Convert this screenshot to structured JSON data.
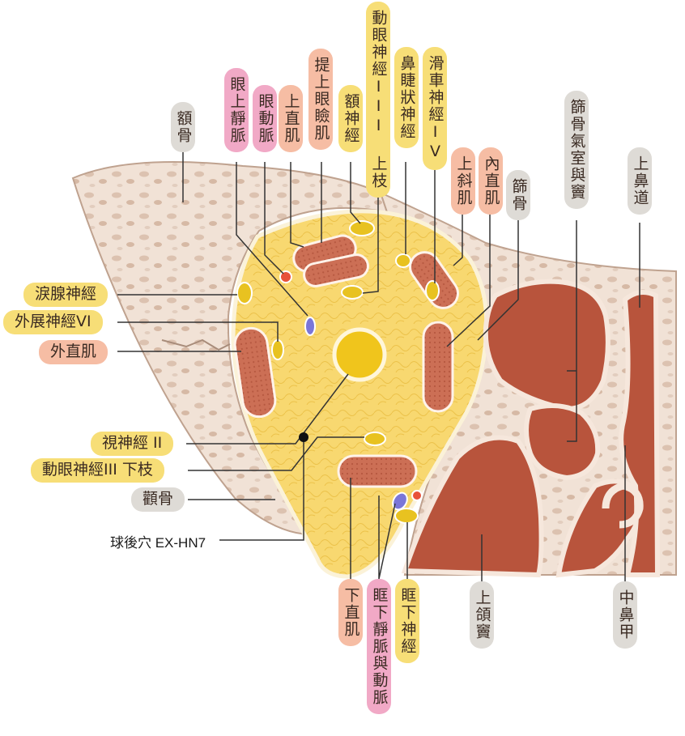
{
  "colors": {
    "fat": "#f8d870",
    "muscle": "#cc6f55",
    "bone": "#f1e2d6",
    "sinus": "#b8543c",
    "nerve": "#e8c220",
    "vein": "#7b76d8",
    "artery": "#e8523a",
    "label_nerve": "#f7de77",
    "label_muscle": "#f6bda4",
    "label_vessel": "#f1a9c6",
    "label_bone": "#dedbd6"
  },
  "labels": {
    "frontal_bone": "額骨",
    "sup_ophthalmic_vein": "眼上靜脈",
    "ophthalmic_artery": "眼動脈",
    "superior_rectus": "上直肌",
    "levator": "提上眼瞼肌",
    "frontal_nerve": "額神經",
    "oculomotor_superior": "動眼神經III 上枝",
    "nasociliary_nerve": "鼻睫狀神經",
    "trochlear_nerve": "滑車神經IV",
    "superior_oblique": "上斜肌",
    "medial_rectus": "內直肌",
    "ethmoid_bone": "篩骨",
    "ethmoid_sinus": "篩骨氣室與竇",
    "superior_meatus": "上鼻道",
    "lacrimal_nerve": "淚腺神經",
    "abducens_nerve": "外展神經VI",
    "lateral_rectus": "外直肌",
    "optic_nerve": "視神經 II",
    "oculomotor_inferior": "動眼神經III 下枝",
    "zygomatic_bone": "顴骨",
    "acupoint": "球後穴 EX-HN7",
    "inferior_rectus": "下直肌",
    "infraorbital_vessels": "眶下靜脈與動脈",
    "infraorbital_nerve": "眶下神經",
    "maxillary_sinus": "上頜竇",
    "middle_concha": "中鼻甲"
  }
}
